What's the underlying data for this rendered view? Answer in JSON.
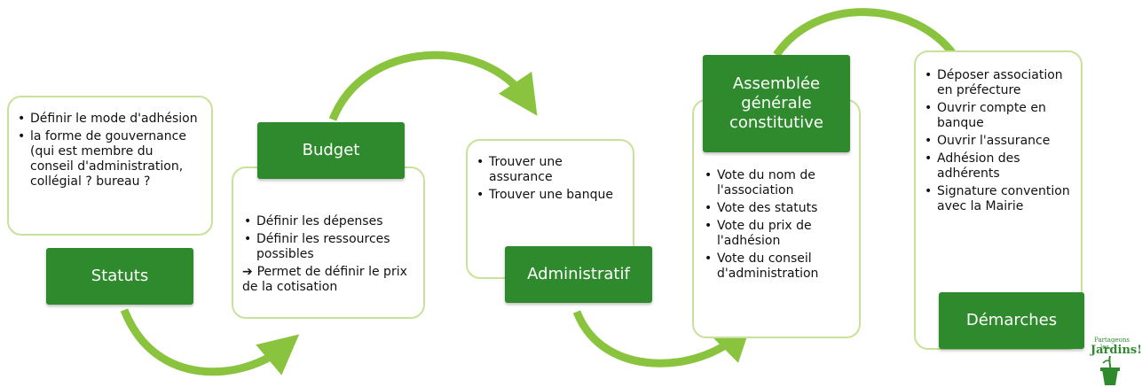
{
  "colors": {
    "header_bg": "#2e8a2c",
    "header_text": "#ffffff",
    "card_border": "#c7e29a",
    "arrow": "#8ac43f"
  },
  "steps": [
    {
      "title": "Statuts",
      "items": [
        "Définir le mode d'adhésion",
        " la forme de gouvernance (qui est membre du conseil d'administration, collégial ? bureau ?"
      ]
    },
    {
      "title": "Budget",
      "items": [
        "Définir les dépenses",
        "Définir les ressources possibles"
      ],
      "note": "Permet de définir le prix de la cotisation"
    },
    {
      "title": "Administratif",
      "items": [
        "Trouver une assurance",
        "Trouver une banque"
      ]
    },
    {
      "title": "Assemblée générale constitutive",
      "items": [
        "Vote du nom de l'association",
        "Vote des statuts",
        "Vote du prix de l'adhésion",
        "Vote du conseil d'administration"
      ]
    },
    {
      "title": "Démarches",
      "items": [
        "Déposer association en préfecture",
        "Ouvrir compte en banque",
        "Ouvrir l'assurance",
        "Adhésion des adhérents",
        "Signature convention avec la Mairie"
      ]
    }
  ],
  "logo": {
    "line1": "Partageons",
    "line2": "les",
    "line3": "Jardins!",
    "icon": "plant-pot-icon"
  }
}
